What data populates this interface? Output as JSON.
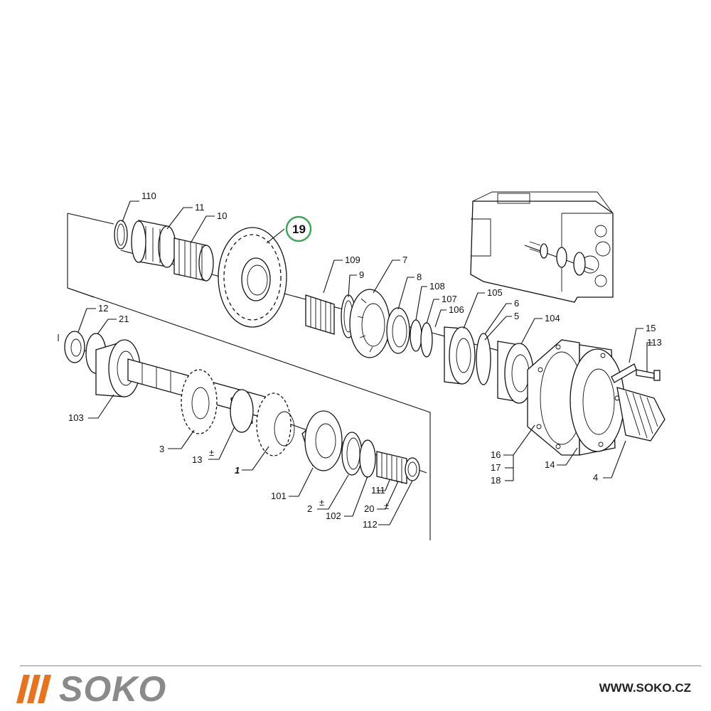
{
  "colors": {
    "brand_orange": "#e8731c",
    "brand_gray": "#8a8a8a",
    "highlight_green": "#3aa655",
    "line": "#111111"
  },
  "diagram": {
    "highlighted_part": "19",
    "labels": {
      "l110": "110",
      "l11": "11",
      "l10": "10",
      "l19": "19",
      "l109": "109",
      "l9": "9",
      "l7": "7",
      "l8": "8",
      "l108": "108",
      "l107": "107",
      "l105": "105",
      "l106": "106",
      "l6": "6",
      "l5": "5",
      "l104": "104",
      "l15": "15",
      "l113": "113",
      "l12": "12",
      "l21": "21",
      "l103": "103",
      "l3": "3",
      "l13": "13",
      "l13pm": "±",
      "l1": "1",
      "l101": "101",
      "l2": "2",
      "l2pm": "±",
      "l102": "102",
      "l20": "20",
      "l111": "111",
      "l111pm": "±",
      "l112": "112",
      "l16": "16",
      "l17": "17",
      "l18": "18",
      "l14": "14",
      "l4": "4"
    }
  },
  "footer": {
    "logo_text": "SOKO",
    "website": "WWW.SOKO.CZ"
  }
}
